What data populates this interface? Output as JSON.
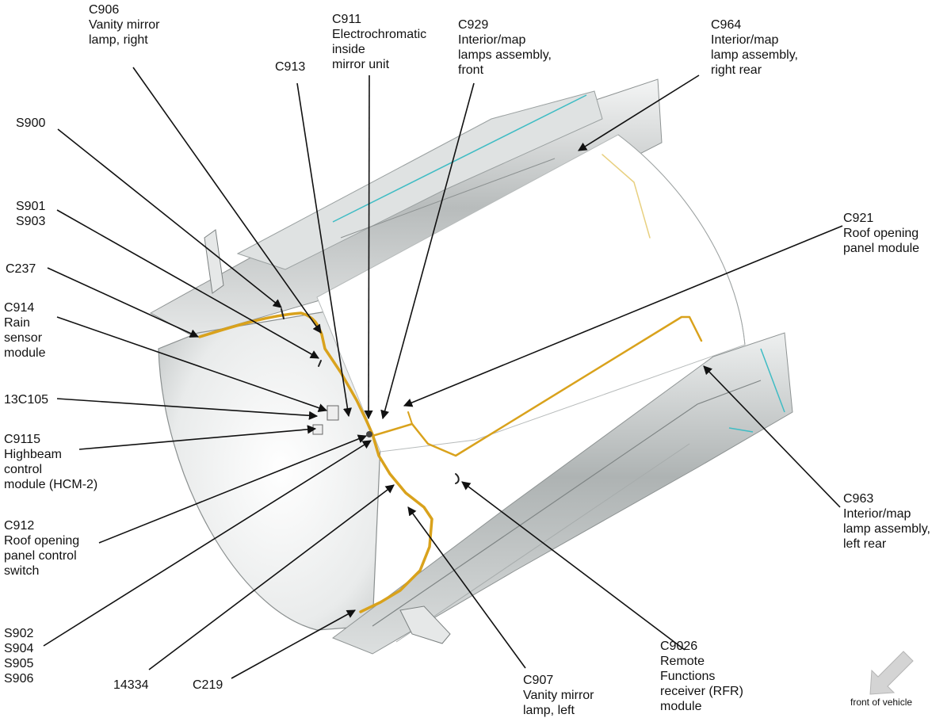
{
  "labels": {
    "c906": [
      "C906",
      "Vanity mirror",
      "lamp, right"
    ],
    "c913": [
      "C913"
    ],
    "c911": [
      "C911",
      "Electrochromatic",
      "inside",
      "mirror unit"
    ],
    "c929": [
      "C929",
      "Interior/map",
      "lamps assembly,",
      "front"
    ],
    "c964": [
      "C964",
      "Interior/map",
      "lamp assembly,",
      "right rear"
    ],
    "s900": [
      "S900"
    ],
    "s901": [
      "S901",
      "S903"
    ],
    "c921": [
      "C921",
      "Roof opening",
      "panel module"
    ],
    "c237": [
      "C237"
    ],
    "c914": [
      "C914",
      "Rain",
      "sensor",
      "module"
    ],
    "c13c105": [
      "13C105"
    ],
    "c9115": [
      "C9115",
      "Highbeam",
      "control",
      "module (HCM-2)"
    ],
    "c912": [
      "C912",
      "Roof opening",
      "panel control",
      "switch"
    ],
    "c963": [
      "C963",
      "Interior/map",
      "lamp assembly,",
      "left rear"
    ],
    "s902": [
      "S902",
      "S904",
      "S905",
      "S906"
    ],
    "c14334": [
      "14334"
    ],
    "c219": [
      "C219"
    ],
    "c907": [
      "C907",
      "Vanity mirror",
      "lamp, left"
    ],
    "c9026": [
      "C9026",
      "Remote",
      "Functions",
      "receiver (RFR)",
      "module"
    ]
  },
  "front_of_vehicle": "front of vehicle",
  "colors": {
    "harness": "#d9a21c",
    "harness_dark": "#b98010",
    "leader": "#111111",
    "body_gray": "#c9cccc",
    "accent_cyan": "#3fbcc4"
  }
}
